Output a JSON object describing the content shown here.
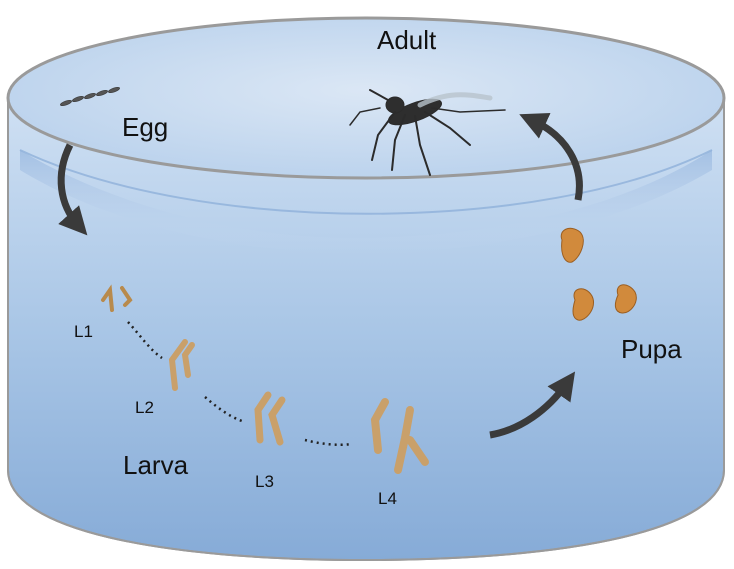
{
  "diagram": {
    "labels": {
      "adult": "Adult",
      "egg": "Egg",
      "larva": "Larva",
      "pupa": "Pupa",
      "l1": "L1",
      "l2": "L2",
      "l3": "L3",
      "l4": "L4"
    },
    "colors": {
      "water_light": "#dbe8f6",
      "water_mid": "#a9c6e6",
      "water_dark": "#7ea6d4",
      "container_rim": "#9a9a9a",
      "arrow": "#3a3a3a",
      "larva_body": "#c9a06a",
      "pupa_body": "#d18a3c"
    }
  }
}
